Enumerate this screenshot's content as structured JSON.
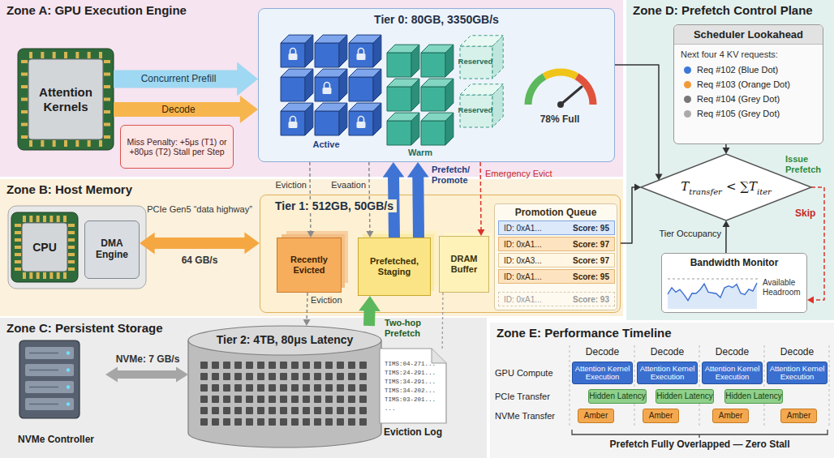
{
  "diagram": {
    "nodes": [
      {
        "text": [
          "Zone A: GPU Execution Engine"
        ]
      },
      {
        "text": [
          "Attention Kernels"
        ],
        "in": 0
      },
      {
        "text": [
          "Tier 0: 80GB, 3350GB/s"
        ],
        "in": 0
      },
      {
        "text": [
          "Miss Penalty: +5μs (T1) or +80μs (T2) Stall per Step"
        ],
        "in": 0
      },
      {
        "text": [
          "Zone B: Host Memory"
        ]
      },
      {
        "text": [
          "CPU"
        ],
        "in": 4
      },
      {
        "text": [
          "DMA Engine"
        ],
        "in": 4
      },
      {
        "text": [
          "Tier 1: 512GB, 50GB/s"
        ],
        "in": 4
      },
      {
        "text": [
          "Recently Evicted"
        ],
        "in": 7
      },
      {
        "text": [
          "Prefetched, Staging"
        ],
        "in": 7
      },
      {
        "text": [
          "DRAM Buffer"
        ],
        "in": 7
      },
      {
        "text": [
          "Promotion Queue"
        ],
        "in": 7
      },
      {
        "text": [
          "ID: 0xA1...",
          "Score: 95"
        ],
        "in": 11
      },
      {
        "text": [
          "ID: 0xA1...",
          "Score: 97"
        ],
        "in": 11
      },
      {
        "text": [
          "ID: 0xA3...",
          "Score: 97"
        ],
        "in": 11
      },
      {
        "text": [
          "ID: 0xA1...",
          "Score: 95"
        ],
        "in": 11
      },
      {
        "text": [
          "ID: 0xA1...",
          "Score: 93"
        ],
        "in": 11
      },
      {
        "text": [
          "Zone C: Persistent Storage"
        ]
      },
      {
        "text": [
          "NVMe Controller"
        ],
        "in": 17
      },
      {
        "text": [
          "Tier 2: 4TB, 80μs Latency"
        ],
        "in": 17
      },
      {
        "text": [
          "Eviction Log",
          "TIMS:04-271...",
          "TIMS:24-291...",
          "TIMS:34-291...",
          "TIMS:34-202...",
          "TIMS:03-201...",
          "..."
        ],
        "in": 17
      },
      {
        "text": [
          "Zone D: Prefetch Control Plane"
        ]
      },
      {
        "text": [
          "Scheduler Lookahead",
          "Next four 4 KV requests:",
          "Req #102 (Blue Dot)",
          "Req #103 (Orange Dot)",
          "Req #104 (Grey Dot)",
          "Req #105 (Grey Dot)"
        ],
        "in": 21
      },
      {
        "text": [
          "T",
          "transfer",
          "< ∑T",
          "iter"
        ],
        "in": 21
      },
      {
        "text": [
          "Bandwidth Monitor",
          "Available Headroom"
        ],
        "in": 21
      },
      {
        "text": [
          "Zone E: Performance Timeline"
        ]
      },
      {
        "text": [
          "Attention Kernel Execution"
        ],
        "in": 25
      },
      {
        "text": [
          "Attention Kernel Execution"
        ],
        "in": 25
      },
      {
        "text": [
          "Attention Kernel Execution"
        ],
        "in": 25
      },
      {
        "text": [
          "Attention Kernel Execution"
        ],
        "in": 25
      },
      {
        "text": [
          "Hidden Latency"
        ],
        "in": 25
      },
      {
        "text": [
          "Hidden Latency"
        ],
        "in": 25
      },
      {
        "text": [
          "Hidden Latency"
        ],
        "in": 25
      },
      {
        "text": [
          "Amber"
        ],
        "in": 25
      },
      {
        "text": [
          "Amber"
        ],
        "in": 25
      },
      {
        "text": [
          "Amber"
        ],
        "in": 25
      },
      {
        "text": [
          "Amber"
        ],
        "in": 25
      }
    ],
    "edges": [
      {
        "from": 1,
        "to": 2,
        "arrow": "to",
        "label": "Concurrent Prefill"
      },
      {
        "from": 1,
        "to": 2,
        "arrow": "to",
        "label": "Decode"
      },
      {
        "from": 2,
        "to": 8,
        "arrow": "to",
        "label": "Eviction"
      },
      {
        "from": 2,
        "to": 9,
        "arrow": "to",
        "label": "Evaation"
      },
      {
        "from": 9,
        "to": 2,
        "arrow": "to",
        "label": "Prefetch/ Promote"
      },
      {
        "from": 9,
        "to": 2,
        "arrow": "to"
      },
      {
        "from": 2,
        "to": 10,
        "arrow": "to",
        "label": "Emergency Evict"
      },
      {
        "from": 6,
        "to": 7,
        "arrow": "both",
        "label": "64 GB/s"
      },
      {
        "from": 8,
        "to": 19,
        "arrow": "to",
        "label": "Eviction"
      },
      {
        "from": 19,
        "to": 9,
        "arrow": "to",
        "label": "Two-hop Prefetch"
      },
      {
        "from": 10,
        "to": 20,
        "arrow": "none"
      },
      {
        "from": 18,
        "to": 19,
        "arrow": "both",
        "label": "NVMe: 7 GB/s"
      },
      {
        "from": 22,
        "to": 23,
        "arrow": "to"
      },
      {
        "from": 2,
        "to": 23,
        "arrow": "to"
      },
      {
        "from": 7,
        "to": 23,
        "arrow": "to"
      },
      {
        "from": 24,
        "to": 23,
        "arrow": "to",
        "label": "Tier Occupancy"
      },
      {
        "from": 23,
        "to": 24,
        "arrow": "to",
        "label": "Skip"
      }
    ],
    "labels": [
      "Active",
      "Warm",
      "Reserved",
      "Reserved",
      "78% Full",
      "PCIe Gen5 “data highway”",
      "Issue Prefetch",
      "Decode",
      "Decode",
      "Decode",
      "Decode",
      "GPU Compute",
      "PCIe Transfer",
      "NVMe Transfer",
      "Prefetch Fully Overlapped — Zero Stall"
    ]
  }
}
